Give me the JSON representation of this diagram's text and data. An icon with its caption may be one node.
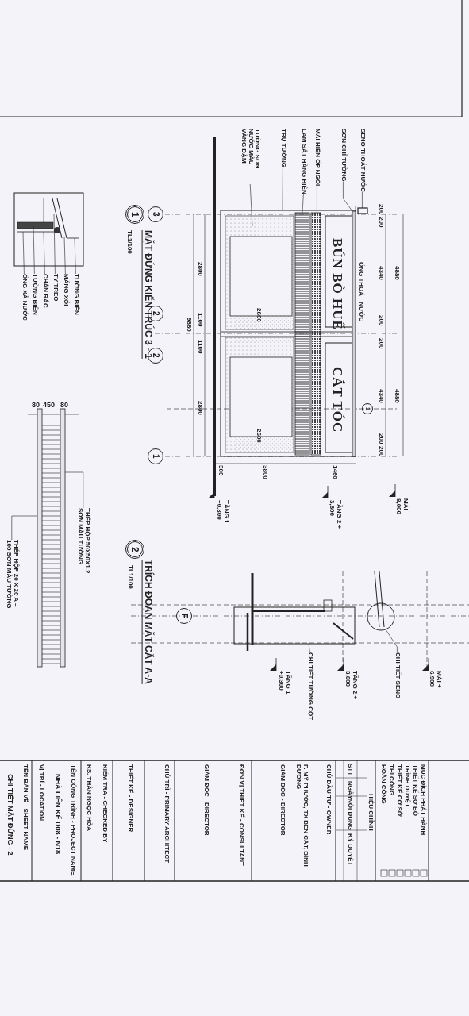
{
  "diagram": {
    "nodes": [
      {
        "text": [
          "TƯỜNG SƠN NƯỚC MÀU VÀNG ĐẬM"
        ]
      },
      {
        "text": [
          "TRỤ TƯỜNG"
        ]
      },
      {
        "text": [
          "LAM SẮT HÀNG HIÊN"
        ]
      },
      {
        "text": [
          "MÁI HIÊN ỐP NGÓI"
        ]
      },
      {
        "text": [
          "SƠN CHỈ TƯỜNG"
        ]
      },
      {
        "text": [
          "SENO THOÁT NƯỚC"
        ]
      },
      {
        "text": [
          "TƯỜNG BIÊN"
        ]
      },
      {
        "text": [
          "MÁNG XỐI"
        ]
      },
      {
        "text": [
          "TY TREO"
        ]
      },
      {
        "text": [
          "CHẮN RÁC"
        ]
      },
      {
        "text": [
          "TƯỜNG BIÊN"
        ]
      },
      {
        "text": [
          "ỐNG XẢ NƯỚC"
        ]
      },
      {
        "text": [
          "THÉP HỘP 50X50X1.2 SƠN MÀU TƯỜNG"
        ]
      },
      {
        "text": [
          "THÉP HỘP 20 X 20 A = 100 SƠN MÀU TƯỜNG"
        ]
      },
      {
        "text": [
          "CHI TIẾT TƯỜNG CỘT"
        ]
      },
      {
        "text": [
          "CHI TIẾT SENO"
        ]
      },
      {
        "text": [],
        "shape": "bar"
      },
      {
        "text": [],
        "shape": "bar"
      },
      {
        "text": [],
        "shape": "bar"
      },
      {
        "text": [],
        "shape": "box"
      },
      {
        "text": [],
        "shape": "bar"
      }
    ],
    "edges": [
      {
        "from": 0,
        "to": null,
        "arrow": "none"
      },
      {
        "from": 1,
        "to": null,
        "arrow": "none"
      },
      {
        "from": 2,
        "to": null,
        "arrow": "none"
      },
      {
        "from": 3,
        "to": 16,
        "arrow": "none"
      },
      {
        "from": 4,
        "to": 17,
        "arrow": "none"
      },
      {
        "from": 5,
        "to": 19,
        "arrow": "none"
      },
      {
        "from": 6,
        "to": null,
        "arrow": "none"
      },
      {
        "from": 7,
        "to": null,
        "arrow": "none"
      },
      {
        "from": 8,
        "to": null,
        "arrow": "none"
      },
      {
        "from": 9,
        "to": null,
        "arrow": "none"
      },
      {
        "from": 10,
        "to": null,
        "arrow": "none"
      },
      {
        "from": 11,
        "to": null,
        "arrow": "none"
      },
      {
        "from": 12,
        "to": 20,
        "arrow": "none"
      },
      {
        "from": 13,
        "to": 18,
        "arrow": "none"
      },
      {
        "from": 14,
        "to": null,
        "arrow": "none"
      },
      {
        "from": 15,
        "to": null,
        "arrow": "none"
      }
    ],
    "labels": [
      "3",
      "1",
      "MẶT ĐỨNG KIẾN TRÚC 3 - 1",
      "TL1/100",
      "9880",
      "2800",
      "1100",
      "1100",
      "2800",
      "2",
      "2",
      "2600",
      "2600",
      "1",
      "300",
      "3800",
      "1460",
      "BÚN BÒ HUẾ",
      "CẮT TÓC",
      "ỐNG THOÁT NƯỚC",
      "200",
      "200",
      "4340",
      "200",
      "200",
      "4340",
      "200",
      "200",
      "4880",
      "4880",
      "1",
      "TẦNG 1 +0,300",
      "TẦNG 2 + 3,600",
      "MÁI + 8,000",
      "2",
      "TRÍCH ĐOẠN MẶT CẮT A-A",
      "TL1/100",
      "F",
      "TẦNG 1 +0,300",
      "TẦNG 2 + 3,600",
      "MÁI + 6,900",
      "80",
      "450",
      "80",
      "MỤC ĐÍCH PHÁT HÀNH",
      "THIẾT KẾ SƠ BỘ",
      "TRÌNH DUYỆT",
      "THIẾT KẾ CƠ SỞ",
      "THI CÔNG",
      "HOÀN CÔNG",
      "HIỆU CHỈNH",
      "STT",
      "NGÀY",
      "NỘI DUNG",
      "KÝ DUYỆT",
      "CHỦ ĐẦU TƯ - OWNER",
      "P. MỸ PHƯỚC, TX BẾN CÁT, BÌNH DƯƠNG",
      "GIÁM ĐỐC - DIRECTOR",
      "ĐƠN VỊ THIẾT KẾ - CONSULTANT",
      "GIÁM ĐỐC - DIRECTOR",
      "CHỦ TRÌ - PRIMARY ARCHITECT",
      "THIẾT KẾ - DESIGNER",
      "KIỂM TRA - CHECKED BY",
      "KS. THÂN NGỌC HÒA",
      "TÊN CÔNG TRÌNH - PROJECT NAME",
      "NHÀ LIÊN KẾ D08 - N18",
      "VỊ TRÍ - LOCATION",
      "TÊN BẢN VẼ - SHEET NAME",
      "CHI TIẾT MẶT ĐỨNG - 2"
    ]
  }
}
